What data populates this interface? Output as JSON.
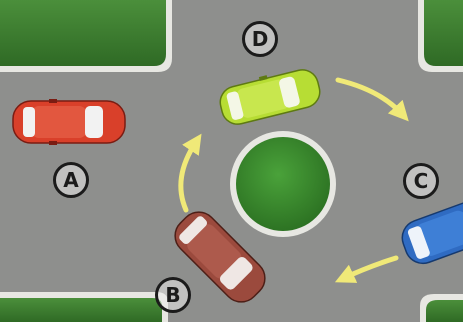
{
  "labels": {
    "a": "A",
    "b": "B",
    "c": "C",
    "d": "D"
  },
  "colors": {
    "road": "#8e8f8d",
    "grass": "#3f7e33",
    "island_grass": "#3a8a2e",
    "curb": "#e7e7e2",
    "arrow": "#f0e978",
    "car_a": "#d9402a",
    "car_b": "#9b4a3d",
    "car_c": "#2f6bc2",
    "car_d": "#b7dd34",
    "label_ring": "#1b1b1b"
  }
}
